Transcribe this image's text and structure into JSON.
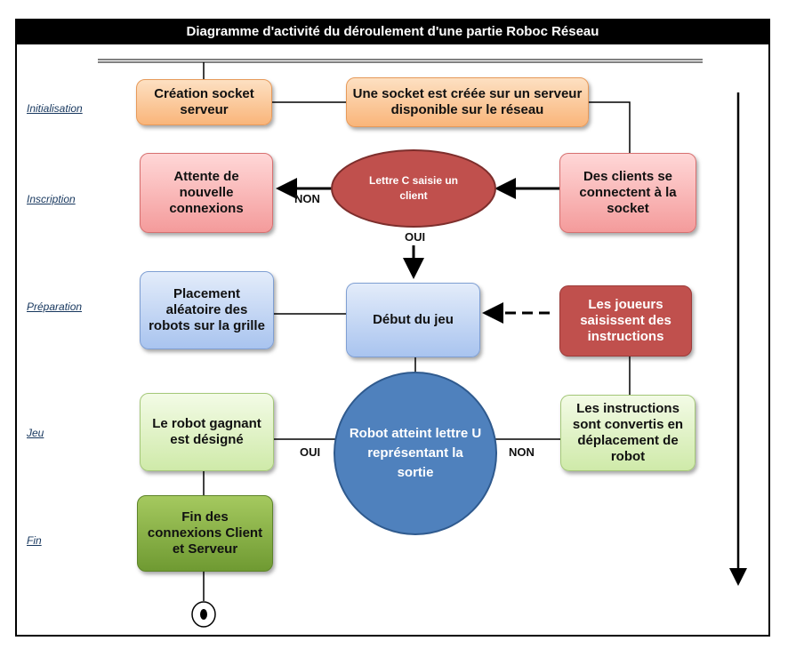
{
  "title": "Diagramme d'activité du déroulement d'une partie Roboc Réseau",
  "phases": {
    "initialisation": "Initialisation",
    "inscription": "Inscription",
    "preparation": "Préparation",
    "jeu": "Jeu",
    "fin": "Fin"
  },
  "nodes": {
    "creation_socket": "Création socket serveur",
    "socket_creee": "Une socket est créée sur un serveur disponible sur le réseau",
    "clients_connectent": "Des clients se connectent à la socket",
    "lettre_c": "Lettre C saisie un client",
    "attente": "Attente de nouvelle connexions",
    "debut_jeu": "Début du jeu",
    "placement": "Placement aléatoire des robots sur la grille",
    "joueurs_saisissent": "Les joueurs saisissent des instructions",
    "instructions_converties": "Les instructions sont convertis en déplacement de robot",
    "robot_atteint": "Robot atteint lettre U représentant la sortie",
    "robot_gagnant": "Le robot gagnant est désigné",
    "fin_connexions": "Fin des connexions Client et Serveur"
  },
  "edge_labels": {
    "non_inscription": "NON",
    "oui_inscription": "OUI",
    "oui_jeu": "OUI",
    "non_jeu": "NON"
  },
  "colors": {
    "orange": "#f9b57a",
    "red": "#f49b9b",
    "dark_red": "#c0504d",
    "blue": "#a9c4ef",
    "green": "#cfeaa9",
    "dark_green": "#6f9a32",
    "circle_blue": "#4f81bd"
  }
}
